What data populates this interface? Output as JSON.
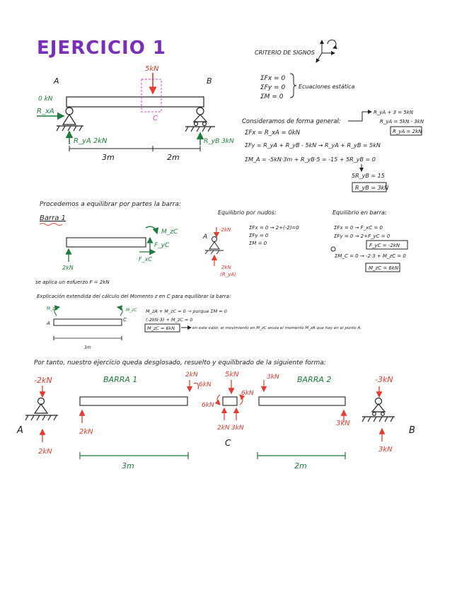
{
  "title": "EJERCICIO 1",
  "sign_criteria": "CRITERIO DE SIGNOS",
  "statics_eqs": [
    "ΣFx = 0",
    "ΣFy = 0",
    "ΣM = 0"
  ],
  "statics_label": "Ecuaciones estática",
  "main_beam": {
    "label_A": "A",
    "label_B": "B",
    "label_C": "C",
    "load": "5kN",
    "reaction_hA_value": "0 kN",
    "reaction_hA_name": "R_xA",
    "reaction_vA": "R_yA 2kN",
    "reaction_vB": "R_yB 3kN",
    "dim_left": "3m",
    "dim_right": "2m"
  },
  "general_form": {
    "heading": "Consideramos de forma general:",
    "eqs": [
      "ΣFx = R_xA = 0kN",
      "ΣFy = R_yA + R_yB - 5kN → R_yA + R_yB = 5kN",
      "ΣM_A = -5kN·3m + R_yB·5 = -15 + 5R_yB = 0"
    ],
    "rhs_top": "R_yA + 3 = 5kN",
    "rhs_mid": "R_yA = 5kN - 3kN",
    "rhs_box": "R_yA = 2kN",
    "ryb_step": "5R_yB = 15",
    "ryb_box": "R_yB = 3kN"
  },
  "proceed_text": "Procedemos a equilibrar por partes la barra:",
  "barra1": {
    "label": "Barra 1",
    "moment_label": "M_zC",
    "fyc_label": "F_yC",
    "fxc_label": "F_xC",
    "bottom_force": "2kN",
    "applied_note": "se aplica un esfuerzo F = 2kN",
    "nodes_heading": "Equilibrio por nudos:",
    "node_force": "-2kN",
    "node_A": "A",
    "node_eqs": [
      "ΣFx = 0 → 2+(-2)=0",
      "ΣFy = 0",
      "ΣM = 0"
    ],
    "node_reaction": "2kN",
    "node_reaction_name": "(R_yA)",
    "bar_heading": "Equilibrio en barra:",
    "bar_eqs": [
      "ΣFx = 0 → F_xC = 0",
      "ΣFy = 0 → 2+F_yC = 0"
    ],
    "box_fyc": "F_yC = -2kN",
    "moment_eq": "ΣM_C = 0 → -2·3 + M_zC = 0",
    "box_mzc": "M_zC = 6kN"
  },
  "explanation": {
    "heading": "Explicación extendida del cálculo del Momento z en C para equilibrar la barra:",
    "m_left": "M_zA",
    "m_right": "M_zC",
    "label_A": "A",
    "label_C": "C",
    "eq1": "M_zA + M_zC = 0 → porque ΣM = 0",
    "eq2": "(-2kN·3) + M_zC = 0",
    "box": "M_zC = 6kN",
    "note": "en este valor, el movimiento en M_zC anula el momento M_zA que hay en el punto A.",
    "dim": "3m"
  },
  "final_text": "Por tanto, nuestro ejercicio queda desglosado, resuelto y equilibrado de la siguiente forma:",
  "final": {
    "left_top": "-2kN",
    "left_under_bar": "2kN",
    "left_bottom": "2kN",
    "label_A": "A",
    "barra1": "BARRA 1",
    "barra2": "BARRA 2",
    "c_top_left": "2kN",
    "c_moment_left_top": "6kN",
    "c_load": "5kN",
    "c_top_right": "3kN",
    "c_moment_left": "6kN",
    "c_moment_right": "6kN",
    "c_bottom_left": "2kN",
    "c_bottom_right": "3kN",
    "label_C": "C",
    "right_under_bar": "3kN",
    "right_top": "-3kN",
    "right_bottom": "3kN",
    "label_B": "B",
    "dim_left": "3m",
    "dim_right": "2m"
  }
}
